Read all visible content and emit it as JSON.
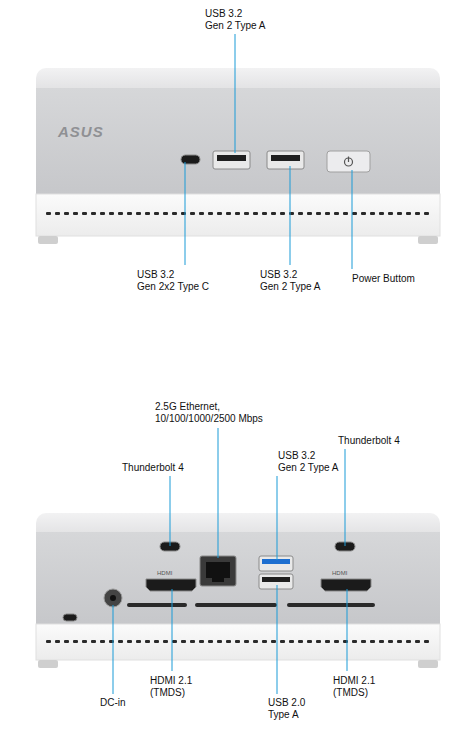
{
  "diagram": {
    "labels": [
      "USB 3.2 Gen 2 Type A",
      "USB 3.2 Gen 2x2 Type C",
      "USB 3.2 Gen 2 Type A",
      "Power Buttom",
      "2.5G Ethernet, 10/100/1000/2500 Mbps",
      "Thunderbolt 4",
      "USB 3.2 Gen 2 Type A",
      "Thunderbolt 4",
      "HDMI 2.1 (TMDS)",
      "DC-in",
      "USB 2.0 Type A",
      "HDMI 2.1 (TMDS)",
      "ASUS",
      "HDMI",
      "HDMI"
    ]
  }
}
